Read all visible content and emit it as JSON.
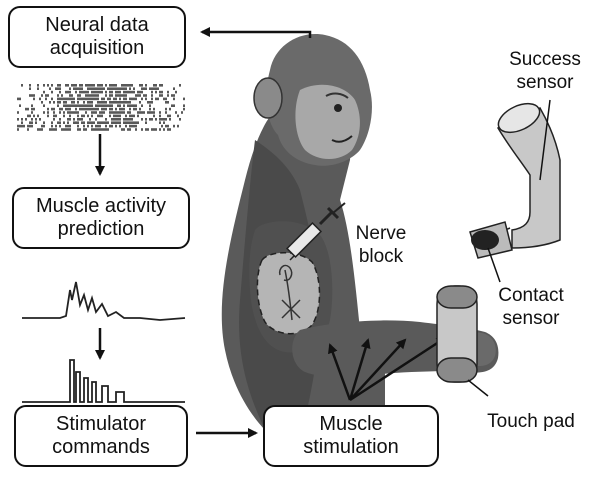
{
  "boxes": {
    "neural": "Neural data\nacquisition",
    "muscle_pred": "Muscle activity\nprediction",
    "stim_cmd": "Stimulator\ncommands",
    "muscle_stim": "Muscle\nstimulation"
  },
  "labels": {
    "success_sensor": "Success\nsensor",
    "nerve_block": "Nerve\nblock",
    "contact_sensor": "Contact\nsensor",
    "touch_pad": "Touch pad"
  },
  "colors": {
    "line": "#111111",
    "fur": "#5a5a5a",
    "fur_dark": "#3a3a3a",
    "face": "#9a9a9a",
    "device": "#c8c8c8",
    "device_dark": "#8a8a8a"
  }
}
